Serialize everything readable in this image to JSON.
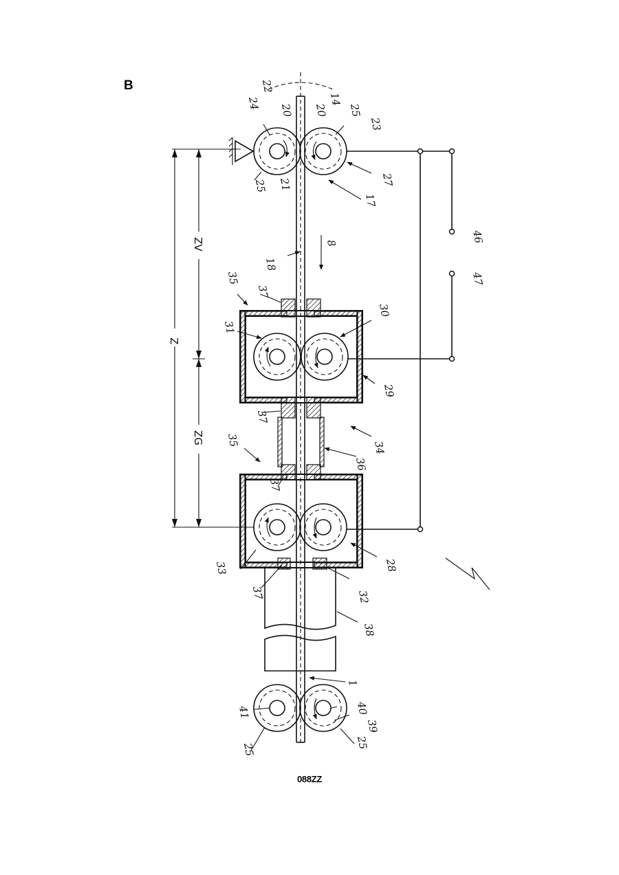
{
  "sheet": {
    "corner_label": "B",
    "footer_code": "088ZZ"
  },
  "dimensions": {
    "Z": "Z",
    "ZV": "ZV",
    "ZG": "ZG"
  },
  "refs": {
    "r1": "1",
    "r8": "8",
    "r14": "14",
    "r17": "17",
    "r18": "18",
    "r20": "20",
    "r21": "21",
    "r22": "22",
    "r23": "23",
    "r24": "24",
    "r25": "25",
    "r27": "27",
    "r28": "28",
    "r29": "29",
    "r30": "30",
    "r31": "31",
    "r32": "32",
    "r33": "33",
    "r34": "34",
    "r35": "35",
    "r36": "36",
    "r37": "37",
    "r38": "38",
    "r39": "39",
    "r40": "40",
    "r41": "41",
    "r46": "46",
    "r47": "47"
  }
}
